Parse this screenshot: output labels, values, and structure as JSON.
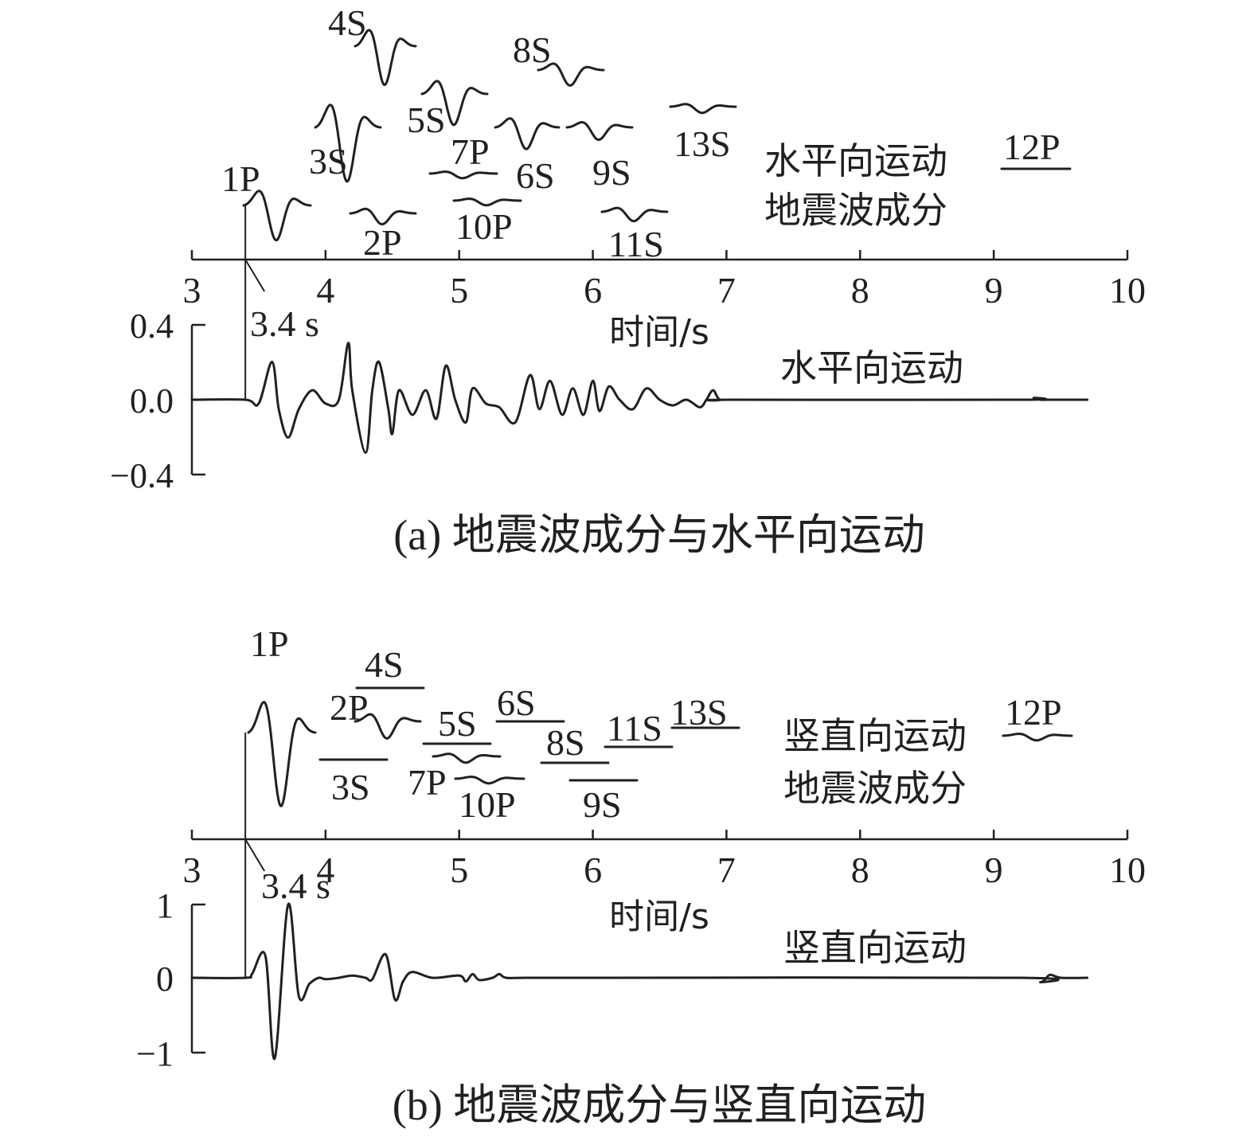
{
  "chart_data": [
    {
      "type": "line",
      "caption": "(a) 地震波成分与水平向运动",
      "time_axis": {
        "label": "时间/s",
        "range": [
          3,
          10
        ],
        "ticks": [
          3,
          4,
          5,
          6,
          7,
          8,
          9,
          10
        ],
        "onset_label": "3.4 s",
        "onset_time": 3.4
      },
      "amplitude_axis": {
        "range": [
          -0.4,
          0.4
        ],
        "ticks": [
          0.4,
          0.0,
          -0.4
        ],
        "tick_labels": [
          "0.4",
          "0.0",
          "−0.4"
        ]
      },
      "component_title": [
        "水平向运动",
        "地震波成分"
      ],
      "record_label": "水平向运动",
      "wave_components": [
        {
          "label": "1P",
          "t": 3.4,
          "amp": 0.9,
          "cycles": 1.5
        },
        {
          "label": "2P",
          "t": 4.2,
          "amp": 0.3,
          "cycles": 1.5
        },
        {
          "label": "3S",
          "t": 3.95,
          "amp": 1.0,
          "cycles": 1.5
        },
        {
          "label": "4S",
          "t": 4.22,
          "amp": 1.0,
          "cycles": 1.5
        },
        {
          "label": "5S",
          "t": 4.75,
          "amp": 0.9,
          "cycles": 1.5
        },
        {
          "label": "6S",
          "t": 5.3,
          "amp": 0.7,
          "cycles": 1.5
        },
        {
          "label": "7P",
          "t": 4.8,
          "amp": 0.2,
          "cycles": 1.5
        },
        {
          "label": "8S",
          "t": 5.6,
          "amp": 0.55,
          "cycles": 1.5
        },
        {
          "label": "9S",
          "t": 5.8,
          "amp": 0.55,
          "cycles": 1.5
        },
        {
          "label": "10P",
          "t": 4.95,
          "amp": 0.2,
          "cycles": 1.5
        },
        {
          "label": "11S",
          "t": 6.05,
          "amp": 0.4,
          "cycles": 1.5
        },
        {
          "label": "12P",
          "t": 9.05,
          "amp": 0.05,
          "cycles": 1.5
        },
        {
          "label": "13S",
          "t": 6.6,
          "amp": 0.3,
          "cycles": 1.5
        }
      ],
      "record": {
        "t": [
          3.0,
          3.4,
          3.5,
          3.6,
          3.65,
          3.72,
          3.8,
          3.9,
          4.0,
          4.1,
          4.17,
          4.2,
          4.3,
          4.35,
          4.4,
          4.47,
          4.5,
          4.55,
          4.65,
          4.75,
          4.83,
          4.9,
          4.97,
          5.05,
          5.1,
          5.2,
          5.3,
          5.42,
          5.53,
          5.6,
          5.68,
          5.77,
          5.85,
          5.93,
          6.0,
          6.05,
          6.12,
          6.2,
          6.3,
          6.4,
          6.5,
          6.6,
          6.7,
          6.8,
          6.85,
          6.9,
          6.95,
          7.05,
          9.2,
          9.3,
          9.35,
          9.4,
          9.7
        ],
        "a": [
          0.0,
          0.0,
          -0.02,
          0.2,
          -0.05,
          -0.2,
          -0.05,
          0.05,
          -0.02,
          0.0,
          0.3,
          0.05,
          -0.28,
          0.05,
          0.2,
          -0.05,
          -0.18,
          0.05,
          -0.08,
          0.05,
          -0.1,
          0.18,
          0.0,
          -0.12,
          0.06,
          -0.02,
          -0.04,
          -0.12,
          0.13,
          -0.05,
          0.1,
          -0.08,
          0.06,
          -0.08,
          0.1,
          -0.06,
          0.07,
          0.0,
          -0.05,
          0.06,
          0.0,
          -0.03,
          0.0,
          -0.04,
          0.0,
          0.05,
          0.0,
          0.0,
          0.0,
          0.01,
          0.0,
          0.0,
          0.0
        ]
      }
    },
    {
      "type": "line",
      "caption": "(b) 地震波成分与竖直向运动",
      "time_axis": {
        "label": "时间/s",
        "range": [
          3,
          10
        ],
        "ticks": [
          3,
          4,
          5,
          6,
          7,
          8,
          9,
          10
        ],
        "onset_label": "3.4 s",
        "onset_time": 3.4
      },
      "amplitude_axis": {
        "range": [
          -1,
          1
        ],
        "ticks": [
          1,
          0,
          -1
        ],
        "tick_labels": [
          "1",
          "0",
          "−1"
        ]
      },
      "component_title": [
        "竖直向运动",
        "地震波成分"
      ],
      "record_label": "竖直向运动",
      "wave_components": [
        {
          "label": "1P",
          "t": 3.4,
          "amp": 1.0,
          "cycles": 1.5
        },
        {
          "label": "2P",
          "t": 4.25,
          "amp": 0.35,
          "cycles": 1.5
        },
        {
          "label": "3S",
          "t": 3.95,
          "amp": 0.0,
          "cycles": 1.5
        },
        {
          "label": "4S",
          "t": 4.25,
          "amp": 0.0,
          "cycles": 1.5
        },
        {
          "label": "5S",
          "t": 4.75,
          "amp": 0.0,
          "cycles": 1.5
        },
        {
          "label": "6S",
          "t": 5.3,
          "amp": 0.0,
          "cycles": 1.5
        },
        {
          "label": "7P",
          "t": 4.9,
          "amp": 0.1,
          "cycles": 1.5
        },
        {
          "label": "8S",
          "t": 5.6,
          "amp": 0.0,
          "cycles": 1.5
        },
        {
          "label": "9S",
          "t": 5.8,
          "amp": 0.0,
          "cycles": 1.5
        },
        {
          "label": "10P",
          "t": 5.0,
          "amp": 0.08,
          "cycles": 1.5
        },
        {
          "label": "11S",
          "t": 6.1,
          "amp": 0.0,
          "cycles": 1.5
        },
        {
          "label": "12P",
          "t": 9.1,
          "amp": 0.06,
          "cycles": 1.5
        },
        {
          "label": "13S",
          "t": 6.6,
          "amp": 0.0,
          "cycles": 1.5
        }
      ],
      "record": {
        "t": [
          3.0,
          3.4,
          3.45,
          3.55,
          3.62,
          3.72,
          3.8,
          3.88,
          3.95,
          4.0,
          4.1,
          4.2,
          4.3,
          4.35,
          4.45,
          4.52,
          4.58,
          4.65,
          4.8,
          5.0,
          5.05,
          5.1,
          5.15,
          5.25,
          5.3,
          5.35,
          5.5,
          6.0,
          9.2,
          9.35,
          9.42,
          9.5,
          9.7
        ],
        "a": [
          0.0,
          0.0,
          0.05,
          0.3,
          -1.1,
          1.0,
          -0.25,
          -0.08,
          0.0,
          -0.02,
          0.0,
          0.03,
          0.0,
          -0.02,
          0.32,
          -0.3,
          -0.05,
          0.08,
          0.0,
          0.03,
          -0.05,
          0.05,
          -0.03,
          0.0,
          0.05,
          0.0,
          0.0,
          0.0,
          0.0,
          -0.06,
          0.04,
          0.0,
          0.0
        ]
      }
    }
  ]
}
